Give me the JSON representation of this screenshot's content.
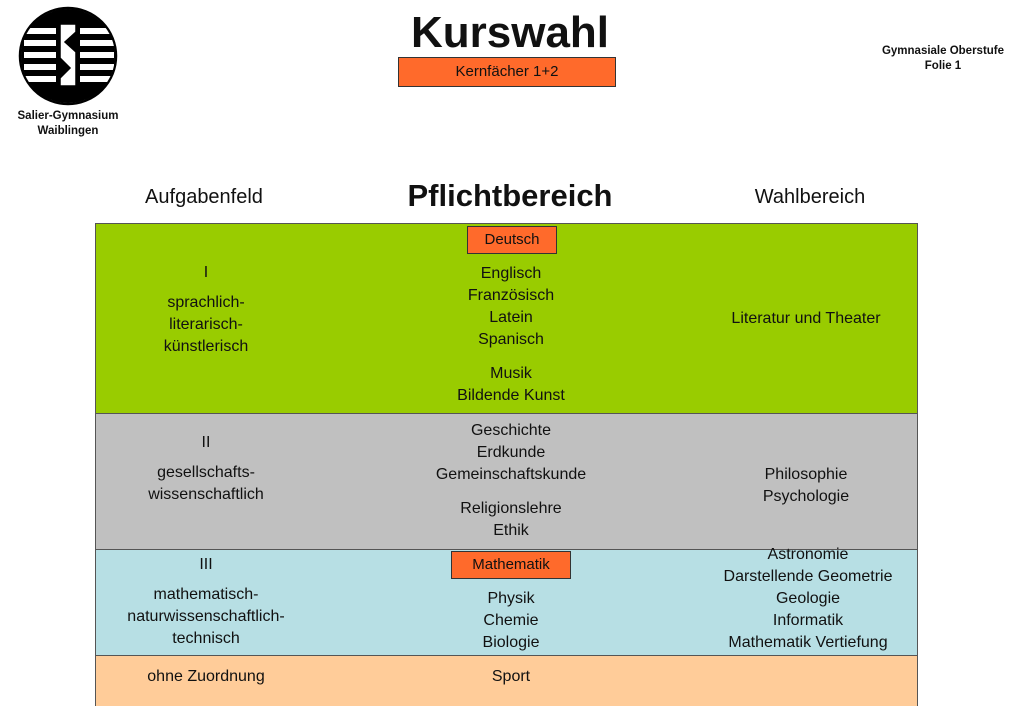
{
  "header": {
    "school_line1": "Salier-Gymnasium",
    "school_line2": "Waiblingen",
    "title": "Kurswahl",
    "badge": "Kernfächer 1+2",
    "topright_line1": "Gymnasiale Oberstufe",
    "topright_line2": "Folie 1"
  },
  "columns": {
    "aufgabenfeld": "Aufgabenfeld",
    "pflicht": "Pflichtbereich",
    "wahl": "Wahlbereich"
  },
  "rows": [
    {
      "num": "I",
      "field": [
        "sprachlich-",
        "literarisch-",
        "künstlerisch"
      ],
      "badge": "Deutsch",
      "pflicht_group1": [
        "Englisch",
        "Französisch",
        "Latein",
        "Spanisch"
      ],
      "pflicht_group2": [
        "Musik",
        "Bildende Kunst"
      ],
      "wahl": [
        "Literatur und Theater"
      ],
      "color": "#99cc00"
    },
    {
      "num": "II",
      "field": [
        "gesellschafts-",
        "wissenschaftlich"
      ],
      "pflicht_group1": [
        "Geschichte",
        "Erdkunde",
        "Gemeinschaftskunde"
      ],
      "pflicht_group2": [
        "Religionslehre",
        "Ethik"
      ],
      "wahl": [
        "Philosophie",
        "Psychologie"
      ],
      "color": "#c0c0c0"
    },
    {
      "num": "III",
      "field": [
        "mathematisch-",
        "naturwissenschaftlich-",
        "technisch"
      ],
      "badge": "Mathematik",
      "pflicht_group1": [
        "Physik",
        "Chemie",
        "Biologie"
      ],
      "wahl": [
        "Astronomie",
        "Darstellende Geometrie",
        "Geologie",
        "Informatik",
        "Mathematik Vertiefung"
      ],
      "color": "#b7dfe4"
    },
    {
      "field": [
        "ohne Zuordnung"
      ],
      "pflicht_group1": [
        "Sport"
      ],
      "color": "#ffcc99"
    }
  ],
  "badge_color": "#ff6a2b"
}
